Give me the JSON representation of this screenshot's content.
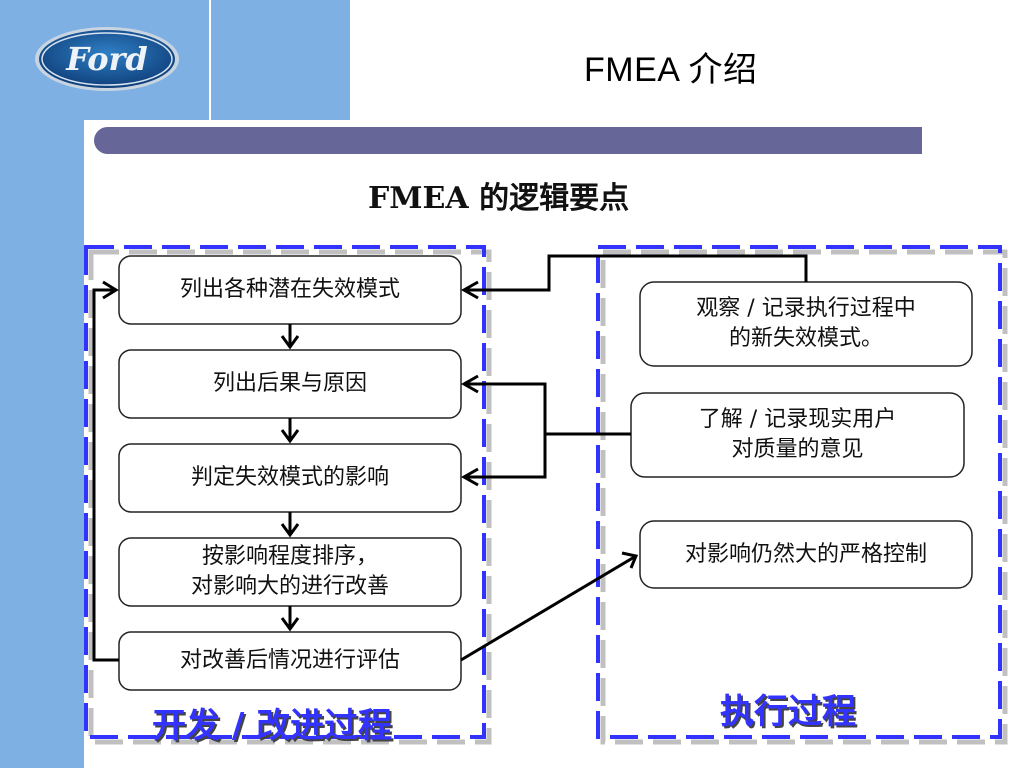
{
  "header": {
    "logo": {
      "name": "Ford",
      "icon": "ford-oval-logo"
    },
    "title": "FMEA  介绍"
  },
  "heading": "FMEA 的逻辑要点",
  "sections": {
    "development": {
      "label": "开发 / 改进过程",
      "steps": [
        {
          "text": "列出各种潜在失效模式"
        },
        {
          "text": "列出后果与原因"
        },
        {
          "text": "判定失效模式的影响"
        },
        {
          "text": "按影响程度排序，\n对影响大的进行改善",
          "line1": "按影响程度排序，",
          "line2": "对影响大的进行改善"
        },
        {
          "text": "对改善后情况进行评估"
        }
      ]
    },
    "execution": {
      "label": "执行过程",
      "items": [
        {
          "line1": "观察 / 记录执行过程中",
          "line2": "的新失效模式。"
        },
        {
          "line1": "了解 / 记录现实用户",
          "line2": "对质量的意见"
        },
        {
          "line1": "对影响仍然大的严格控制"
        }
      ]
    }
  },
  "colors": {
    "sidebar": "#7fb0e4",
    "bar": "#666699",
    "dash": "#3333ff",
    "shadow": "#c0c0c0",
    "section_label": "#3333ff"
  }
}
